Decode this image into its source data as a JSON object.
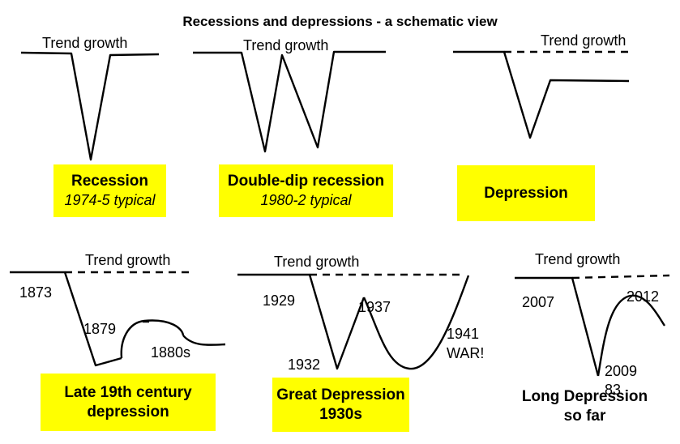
{
  "title": "Recessions and depressions - a schematic view",
  "trend_label": "Trend growth",
  "panels": {
    "recession": {
      "heading": "Recession",
      "sub": "1974-5 typical"
    },
    "double_dip": {
      "heading": "Double-dip recession",
      "sub": "1980-2 typical"
    },
    "depression": {
      "heading": "Depression"
    },
    "late19": {
      "heading_line1": "Late 19th century",
      "heading_line2": "depression",
      "labels": {
        "start": "1873",
        "trough": "1879",
        "recovery": "1880s"
      }
    },
    "great": {
      "heading_line1": "Great Depression",
      "heading_line2": "1930s",
      "labels": {
        "start": "1929",
        "trough": "1932",
        "peak": "1937",
        "end": "1941",
        "war": "WAR!"
      }
    },
    "long": {
      "heading_line1": "Long Depression",
      "heading_line2": "so far",
      "labels": {
        "start": "2007",
        "trough": "2009",
        "overlap": "83",
        "latest": "2012"
      }
    }
  },
  "colors": {
    "box": "#ffff00",
    "line": "#000000"
  }
}
